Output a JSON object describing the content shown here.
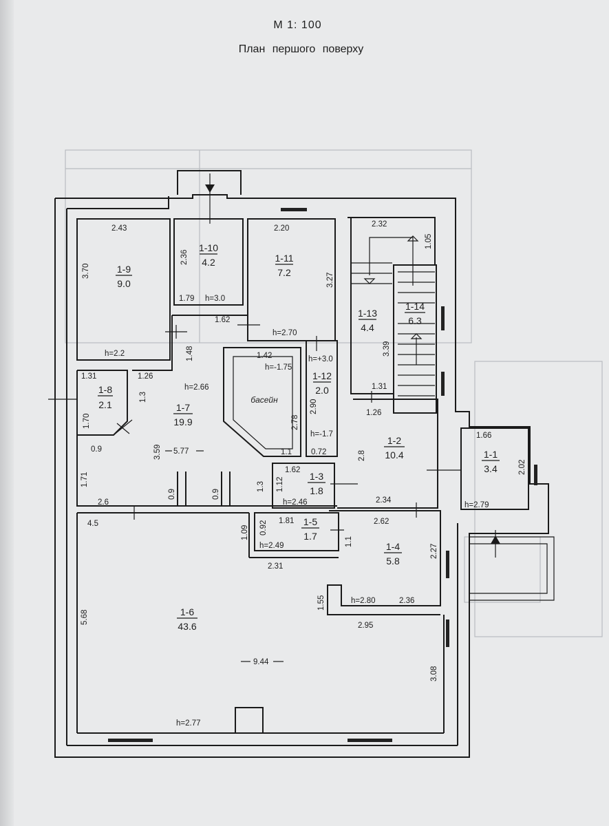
{
  "header": {
    "scale": "М 1: 100",
    "title": "План    першого  поверху"
  },
  "rooms": [
    {
      "id": "1-1",
      "area": "3.4"
    },
    {
      "id": "1-2",
      "area": "10.4"
    },
    {
      "id": "1-3",
      "area": "1.8"
    },
    {
      "id": "1-4",
      "area": "5.8"
    },
    {
      "id": "1-5",
      "area": "1.7"
    },
    {
      "id": "1-6",
      "area": "43.6"
    },
    {
      "id": "1-7",
      "area": "19.9"
    },
    {
      "id": "1-8",
      "area": "2.1"
    },
    {
      "id": "1-9",
      "area": "9.0"
    },
    {
      "id": "1-10",
      "area": "4.2"
    },
    {
      "id": "1-11",
      "area": "7.2"
    },
    {
      "id": "1-12",
      "area": "2.0"
    },
    {
      "id": "1-13",
      "area": "4.4"
    },
    {
      "id": "1-14",
      "area": "6.3"
    }
  ],
  "pool_label": "басейн",
  "dimensions": [
    "2.43",
    "3.70",
    "h=2.2",
    "2.36",
    "1.79",
    "h=3.0",
    "2.20",
    "3.27",
    "1.62",
    "h=2.70",
    "2.32",
    "1.05",
    "3.39",
    "1.31",
    "1.42",
    "h=-1.75",
    "2.78",
    "1.1",
    "h=+3.0",
    "2.90",
    "h=-1.7",
    "0.72",
    "1.31",
    "1.70",
    "1.3",
    "1.26",
    "h=2.66",
    "1.48",
    "3.59",
    "5.77",
    "0.9",
    "1.71",
    "2.6",
    "0.9",
    "0.9",
    "1.3",
    "1.26",
    "2.8",
    "2.34",
    "1.66",
    "2.02",
    "h=2.79",
    "1.62",
    "1.12",
    "h=2.46",
    "1.09",
    "0.92",
    "1.81",
    "h=2.49",
    "1.1",
    "2.31",
    "2.62",
    "2.27",
    "1.55",
    "h=2.80",
    "2.36",
    "2.95",
    "4.5",
    "5.68",
    "9.44",
    "3.08",
    "h=2.77"
  ]
}
